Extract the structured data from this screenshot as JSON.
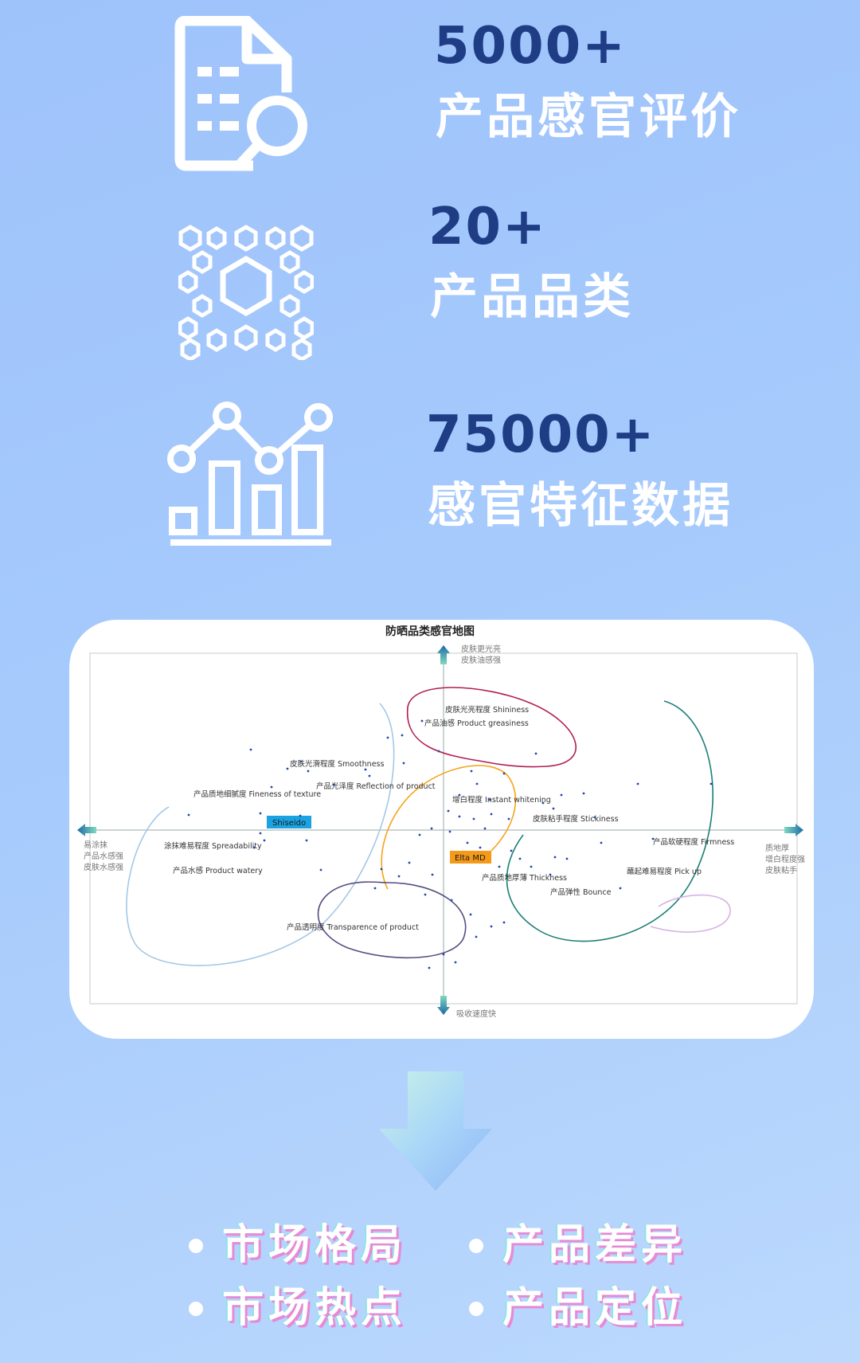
{
  "stats": [
    {
      "number": "5000+",
      "label": "产品感官评价",
      "icon": "document-search-icon"
    },
    {
      "number": "20+",
      "label": "产品品类",
      "icon": "hexagon-cluster-icon"
    },
    {
      "number": "75000+",
      "label": "感官特征数据",
      "icon": "bar-line-chart-icon"
    }
  ],
  "map": {
    "title": "防晒品类感官地图",
    "axis_top": [
      "皮肤更光亮",
      "皮肤油感强"
    ],
    "axis_bottom": "吸收速度快",
    "axis_left": [
      "易涂抹",
      "产品水感强",
      "皮肤水感强"
    ],
    "axis_right": [
      "质地厚",
      "增白程度强",
      "皮肤粘手"
    ],
    "attributes": [
      "皮肤光亮程度 Shininess",
      "产品油感 Product greasiness",
      "皮肤光滑程度 Smoothness",
      "产品光泽度 Reflection of product",
      "产品质地细腻度 Fineness of texture",
      "增白程度 Instant whitening",
      "皮肤粘手程度 Stickiness",
      "涂抹难易程度 Spreadability",
      "产品软硬程度 Firmness",
      "产品水感 Product watery",
      "产品质地厚薄 Thickness",
      "蘸起难易程度 Pick up",
      "产品弹性 Bounce",
      "产品透明度 Transparence of product"
    ],
    "brands": [
      "Shiseido",
      "Elta MD"
    ],
    "colors": {
      "shiseido": "#1aa3e0",
      "elta": "#f59a18",
      "points": "#2346b0"
    }
  },
  "conclusions": [
    "市场格局",
    "产品差异",
    "市场热点",
    "产品定位"
  ]
}
